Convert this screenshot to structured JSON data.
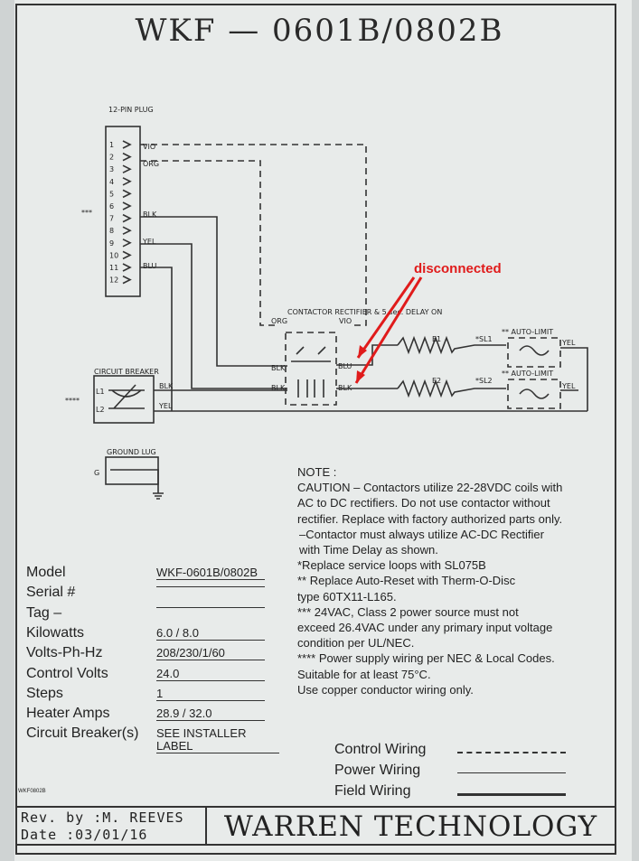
{
  "title": "WKF — 0601B/0802B",
  "diagram": {
    "plug_label": "12-PIN PLUG",
    "pins": [
      "1",
      "2",
      "3",
      "4",
      "5",
      "6",
      "7",
      "8",
      "9",
      "10",
      "11",
      "12"
    ],
    "wire_labels": {
      "vio": "VIO",
      "org": "ORG",
      "blk": "BLK",
      "yel": "YEL",
      "blu": "BLU"
    },
    "contactor_label": "CONTACTOR RECTIFIER & 5 sec. DELAY ON",
    "circuit_breaker_label": "CIRCUIT BREAKER",
    "l1": "L1",
    "l2": "L2",
    "ground_lug_label": "GROUND LUG",
    "g": "G",
    "auto_limit_label": "** AUTO-LIMIT",
    "element1": "E1",
    "element2": "E2",
    "sl1": "*SL1",
    "sl2": "*SL2",
    "stars": "***",
    "stars4": "****"
  },
  "annotation": {
    "text": "disconnected",
    "color": "#e01b1b"
  },
  "note": {
    "lines": [
      "NOTE :",
      "CAUTION – Contactors utilize 22-28VDC coils with",
      "AC to DC rectifiers. Do not use contactor  without",
      "rectifier. Replace with factory authorized parts only.",
      "–Contactor must always utilize AC-DC Rectifier",
      "  with Time Delay as shown.",
      "*Replace service loops with SL075B",
      "** Replace Auto-Reset with Therm-O-Disc",
      "type 60TX11-L165.",
      "*** 24VAC, Class 2 power source must not",
      "exceed 26.4VAC under any primary input voltage",
      "condition per UL/NEC.",
      "**** Power supply wiring per NEC & Local Codes.",
      "Suitable for at least 75°C.",
      "Use copper conductor wiring only."
    ]
  },
  "specs": [
    {
      "key": "Model",
      "value": "WKF-0601B/0802B"
    },
    {
      "key": "Serial #",
      "value": ""
    },
    {
      "key": "Tag –",
      "value": ""
    },
    {
      "key": "Kilowatts",
      "value": "6.0 / 8.0"
    },
    {
      "key": "Volts-Ph-Hz",
      "value": "208/230/1/60"
    },
    {
      "key": "Control Volts",
      "value": "24.0"
    },
    {
      "key": "Steps",
      "value": "1"
    },
    {
      "key": "Heater Amps",
      "value": "28.9 / 32.0"
    },
    {
      "key": "Circuit Breaker(s)",
      "value": "SEE INSTALLER LABEL"
    }
  ],
  "wiring_legend": [
    {
      "label": "Control Wiring",
      "style": "dashed"
    },
    {
      "label": "Power Wiring",
      "style": "thin"
    },
    {
      "label": "Field Wiring",
      "style": "thick"
    }
  ],
  "part_number": "WKF0802B",
  "revision": {
    "by": "Rev. by :M. REEVES",
    "date": "Date :03/01/16"
  },
  "company": "WARREN TECHNOLOGY"
}
